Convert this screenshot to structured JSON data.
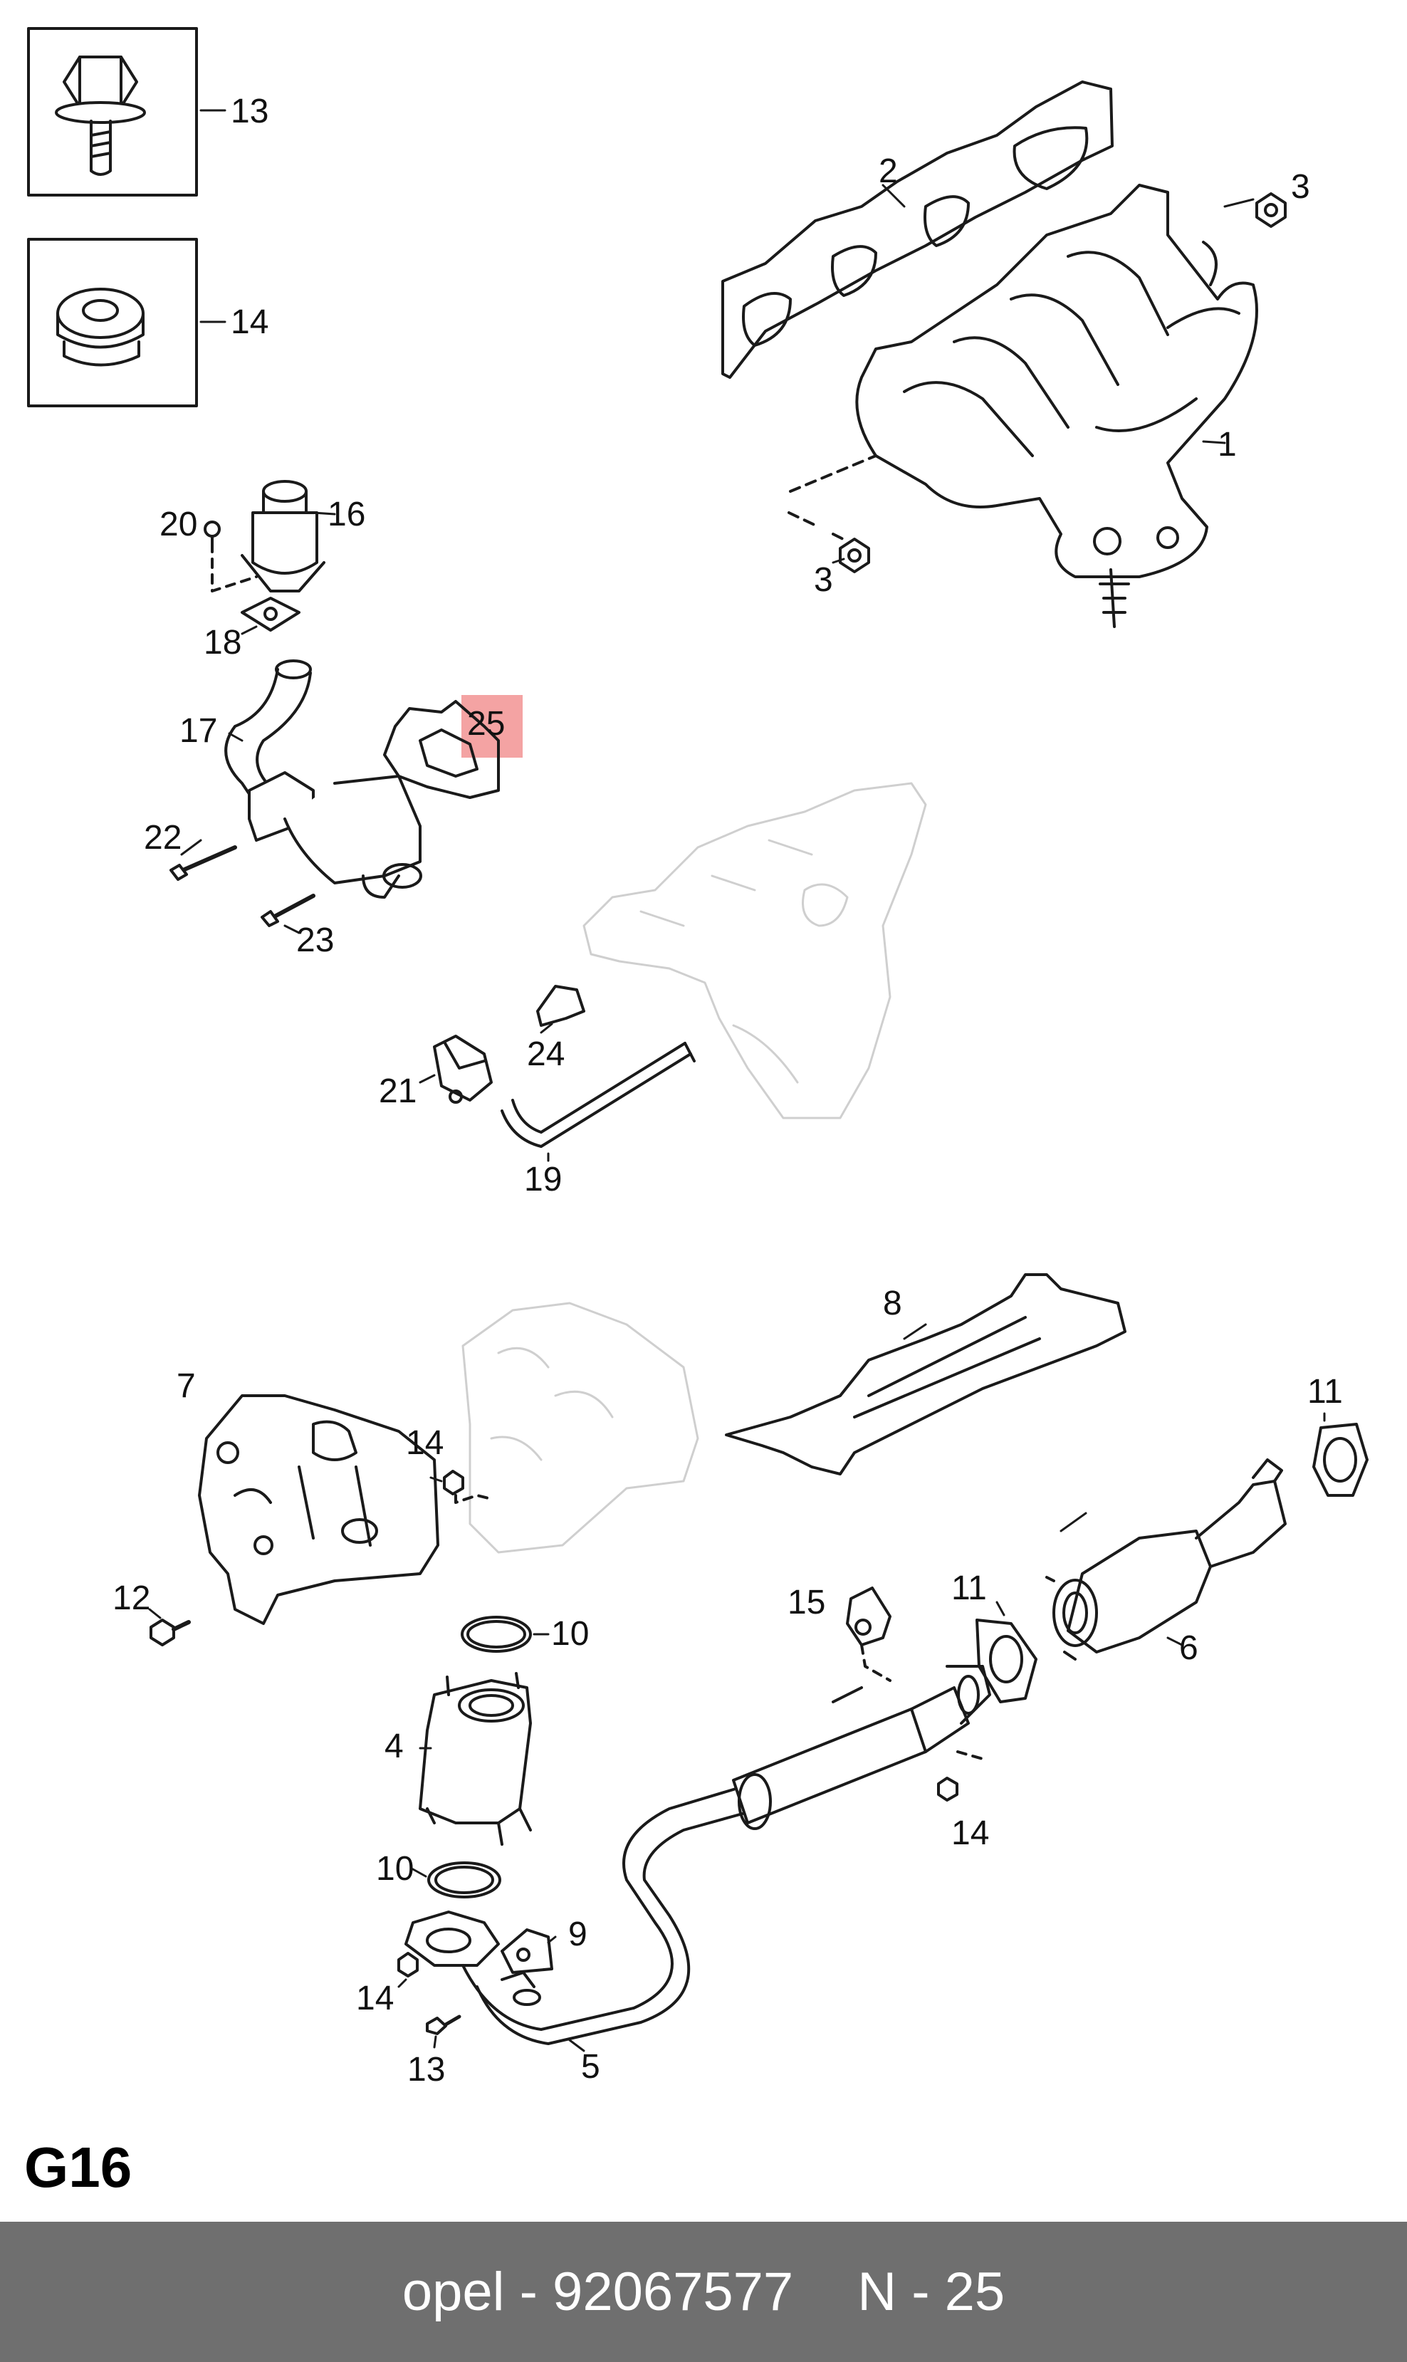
{
  "labels": {
    "p1": "1",
    "p2": "2",
    "p3a": "3",
    "p3b": "3",
    "p4": "4",
    "p5": "5",
    "p6": "6",
    "p7": "7",
    "p8": "8",
    "p9": "9",
    "p10a": "10",
    "p10b": "10",
    "p11a": "11",
    "p11b": "11",
    "p12": "12",
    "p13a": "13",
    "p13b": "13",
    "p14a": "14",
    "p14b": "14",
    "p14c": "14",
    "p14d": "14",
    "p15": "15",
    "p16": "16",
    "p17": "17",
    "p18": "18",
    "p19": "19",
    "p20": "20",
    "p21": "21",
    "p22": "22",
    "p23": "23",
    "p24": "24",
    "p25": "25"
  },
  "highlight": {
    "part": "25",
    "color": "#f4a3a3"
  },
  "section_code": "G16",
  "footer": {
    "brand_part": "opel - 92067577",
    "callout": "N - 25"
  }
}
